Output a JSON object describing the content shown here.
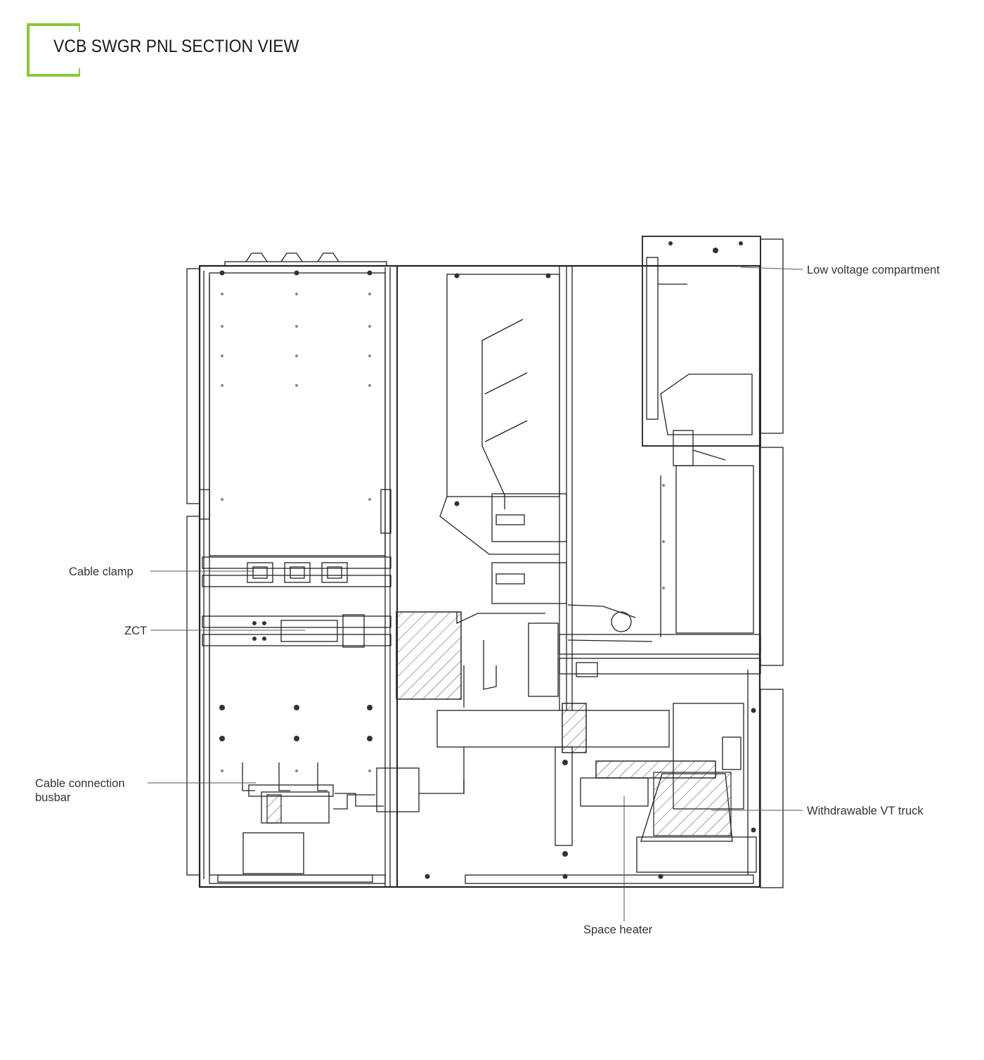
{
  "header": {
    "title": "VCB SWGR PNL SECTION VIEW",
    "accent_color": "#8cc63f"
  },
  "callouts": {
    "low_voltage": "Low voltage compartment",
    "cable_clamp": "Cable clamp",
    "zct": "ZCT",
    "cable_connection_line1": "Cable connection",
    "cable_connection_line2": "busbar",
    "vt_truck": "Withdrawable VT truck",
    "space_heater": "Space heater"
  }
}
